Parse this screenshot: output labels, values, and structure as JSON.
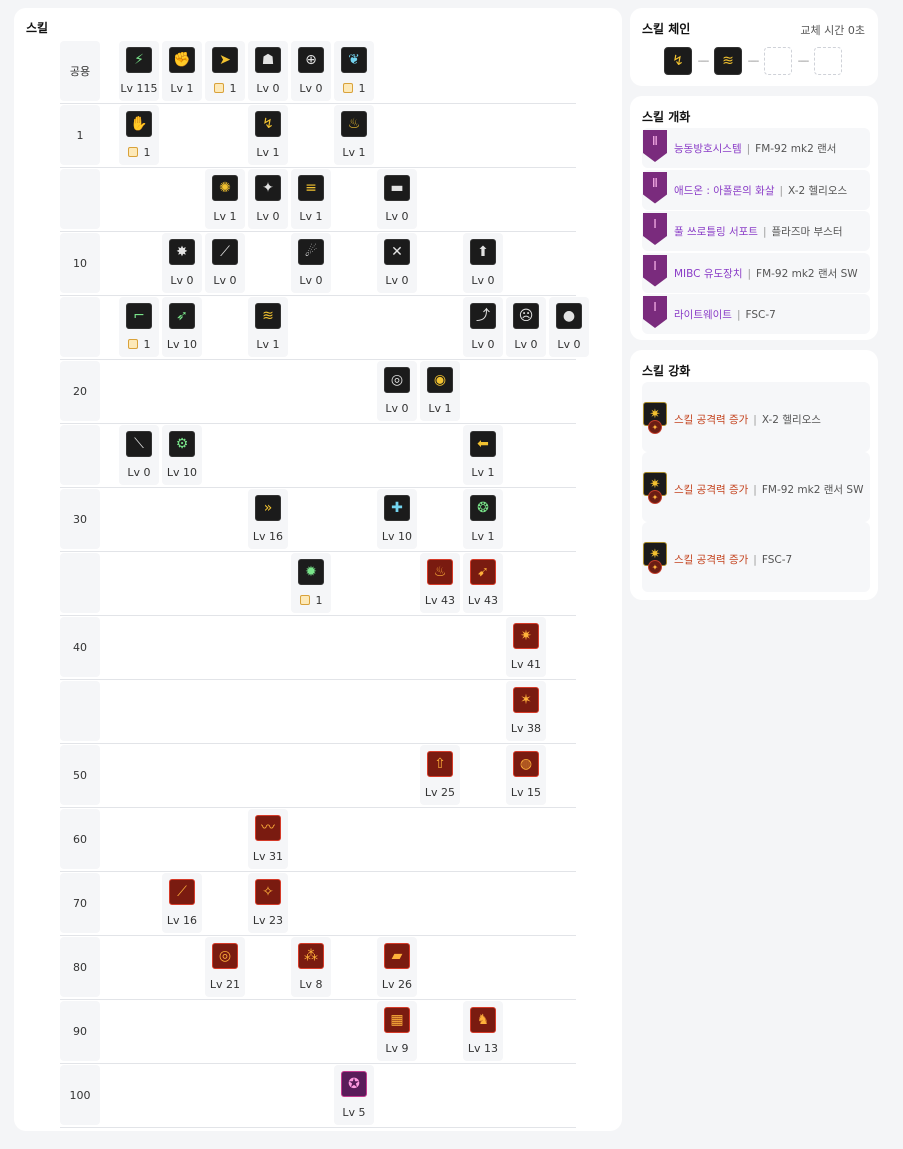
{
  "skills": {
    "title": "스킬",
    "columns": [
      59,
      102,
      145,
      188,
      231,
      274,
      317,
      360,
      403,
      446,
      489
    ],
    "rows": [
      {
        "level": "공용",
        "skills": [
          {
            "col": 1,
            "icon": "running-man-icon",
            "color": "g",
            "label": "Lv 115"
          },
          {
            "col": 2,
            "icon": "fist-icon",
            "color": "y",
            "label": "Lv 1"
          },
          {
            "col": 3,
            "icon": "dash-figure-icon",
            "color": "y",
            "tp": true,
            "label": "1"
          },
          {
            "col": 4,
            "icon": "crouch-figure-icon",
            "color": "w",
            "label": "Lv 0"
          },
          {
            "col": 5,
            "icon": "crosshair-icon",
            "color": "w",
            "label": "Lv 0"
          },
          {
            "col": 6,
            "icon": "wings-icon",
            "color": "b",
            "tp": true,
            "label": "1"
          }
        ]
      },
      {
        "level": "1",
        "skills": [
          {
            "col": 1,
            "icon": "gauntlet-icon",
            "color": "g",
            "tp": true,
            "label": "1"
          },
          {
            "col": 4,
            "icon": "claw-slash-icon",
            "color": "y",
            "label": "Lv 1"
          },
          {
            "col": 6,
            "icon": "flame-slash-icon",
            "color": "y",
            "label": "Lv 1"
          }
        ]
      },
      {
        "level": "",
        "skills": [
          {
            "col": 3,
            "icon": "burst-icon",
            "color": "y",
            "label": "Lv 1"
          },
          {
            "col": 4,
            "icon": "shatter-icon",
            "color": "w",
            "label": "Lv 0"
          },
          {
            "col": 5,
            "icon": "speed-lines-icon",
            "color": "y",
            "label": "Lv 1"
          },
          {
            "col": 7,
            "icon": "cannon-icon",
            "color": "w",
            "label": "Lv 0"
          }
        ]
      },
      {
        "level": "10",
        "skills": [
          {
            "col": 2,
            "icon": "explosion-icon",
            "color": "w",
            "label": "Lv 0"
          },
          {
            "col": 3,
            "icon": "blade-icon",
            "color": "w",
            "label": "Lv 0"
          },
          {
            "col": 5,
            "icon": "beast-icon",
            "color": "w",
            "label": "Lv 0"
          },
          {
            "col": 7,
            "icon": "cross-blades-icon",
            "color": "w",
            "label": "Lv 0"
          },
          {
            "col": 9,
            "icon": "arrow-up-box-icon",
            "color": "w",
            "label": "Lv 0"
          }
        ]
      },
      {
        "level": "",
        "skills": [
          {
            "col": 1,
            "icon": "rifle-icon",
            "color": "g",
            "tp": true,
            "label": "1"
          },
          {
            "col": 2,
            "icon": "rocket-icon",
            "color": "g",
            "label": "Lv 10"
          },
          {
            "col": 4,
            "icon": "fire-wave-icon",
            "color": "y",
            "label": "Lv 1"
          },
          {
            "col": 9,
            "icon": "kick-icon",
            "color": "w",
            "label": "Lv 0"
          },
          {
            "col": 10,
            "icon": "face-icon",
            "color": "w",
            "label": "Lv 0"
          },
          {
            "col": 11,
            "icon": "grenade-icon",
            "color": "w",
            "label": "Lv 0"
          }
        ]
      },
      {
        "level": "20",
        "skills": [
          {
            "col": 7,
            "icon": "swirl-icon",
            "color": "w",
            "label": "Lv 0"
          },
          {
            "col": 8,
            "icon": "eye-icon",
            "color": "y",
            "label": "Lv 1"
          }
        ]
      },
      {
        "level": "",
        "skills": [
          {
            "col": 1,
            "icon": "strike-icon",
            "color": "w",
            "label": "Lv 0"
          },
          {
            "col": 2,
            "icon": "mech-icon",
            "color": "g",
            "label": "Lv 10"
          },
          {
            "col": 9,
            "icon": "arrow-left-icon",
            "color": "y",
            "label": "Lv 1"
          }
        ]
      },
      {
        "level": "30",
        "skills": [
          {
            "col": 4,
            "icon": "rush-icon",
            "color": "y",
            "label": "Lv 16"
          },
          {
            "col": 7,
            "icon": "plus-beam-icon",
            "color": "b",
            "label": "Lv 10"
          },
          {
            "col": 9,
            "icon": "core-icon",
            "color": "g",
            "label": "Lv 1"
          }
        ]
      },
      {
        "level": "",
        "skills": [
          {
            "col": 5,
            "icon": "spark-orb-icon",
            "color": "g",
            "tp": true,
            "label": "1"
          },
          {
            "col": 8,
            "icon": "blaze-icon",
            "color": "r",
            "label": "Lv 43"
          },
          {
            "col": 9,
            "icon": "missile-icon",
            "color": "r",
            "label": "Lv 43"
          }
        ]
      },
      {
        "level": "40",
        "skills": [
          {
            "col": 10,
            "icon": "sun-burst-icon",
            "color": "r",
            "label": "Lv 41"
          }
        ]
      },
      {
        "level": "",
        "skills": [
          {
            "col": 10,
            "icon": "fire-star-icon",
            "color": "r",
            "label": "Lv 38"
          }
        ]
      },
      {
        "level": "50",
        "skills": [
          {
            "col": 8,
            "icon": "up-arrow-icon",
            "color": "r",
            "label": "Lv 25"
          },
          {
            "col": 10,
            "icon": "ring-icon",
            "color": "r",
            "label": "Lv 15"
          }
        ]
      },
      {
        "level": "60",
        "skills": [
          {
            "col": 4,
            "icon": "serpent-icon",
            "color": "r",
            "label": "Lv 31"
          }
        ]
      },
      {
        "level": "70",
        "skills": [
          {
            "col": 2,
            "icon": "drill-icon",
            "color": "r",
            "label": "Lv 16"
          },
          {
            "col": 4,
            "icon": "shard-icon",
            "color": "r",
            "label": "Lv 23"
          }
        ]
      },
      {
        "level": "80",
        "skills": [
          {
            "col": 3,
            "icon": "vortex-icon",
            "color": "r",
            "label": "Lv 21"
          },
          {
            "col": 5,
            "icon": "cluster-icon",
            "color": "r",
            "label": "Lv 8"
          },
          {
            "col": 7,
            "icon": "tank-icon",
            "color": "r",
            "label": "Lv 26"
          }
        ]
      },
      {
        "level": "90",
        "skills": [
          {
            "col": 7,
            "icon": "fortress-icon",
            "color": "r",
            "label": "Lv 9"
          },
          {
            "col": 9,
            "icon": "dragon-icon",
            "color": "r",
            "label": "Lv 13"
          }
        ]
      },
      {
        "level": "100",
        "skills": [
          {
            "col": 6,
            "icon": "awakening-icon",
            "color": "p",
            "label": "Lv 5"
          }
        ]
      }
    ]
  },
  "chain": {
    "title": "스킬 체인",
    "swap_time": "교체 시간 0초",
    "slots": [
      {
        "icon": "claw-slash-icon",
        "filled": true
      },
      {
        "icon": "fire-wave-icon",
        "filled": true
      },
      {
        "icon": "",
        "filled": false
      },
      {
        "icon": "",
        "filled": false
      }
    ]
  },
  "flowering": {
    "title": "스킬 개화",
    "items": [
      {
        "name": "능동방호시스템",
        "target": "FM-92 mk2 랜서",
        "rank": "Ⅱ"
      },
      {
        "name": "애드온 : 아폴론의 화살",
        "target": "X-2 헬리오스",
        "rank": "Ⅱ"
      },
      {
        "name": "풀 쓰로틀링 서포트",
        "target": "플라즈마 부스터",
        "rank": "Ⅰ"
      },
      {
        "name": "MIBC 유도장치",
        "target": "FM-92 mk2 랜서 SW",
        "rank": "Ⅰ"
      },
      {
        "name": "라이트웨이트",
        "target": "FSC-7",
        "rank": "Ⅰ"
      }
    ]
  },
  "enhance": {
    "title": "스킬 강화",
    "items": [
      {
        "name": "스킬 공격력 증가",
        "target": "X-2 헬리오스"
      },
      {
        "name": "스킬 공격력 증가",
        "target": "FM-92 mk2 랜서 SW"
      },
      {
        "name": "스킬 공격력 증가",
        "target": "FSC-7"
      }
    ]
  }
}
